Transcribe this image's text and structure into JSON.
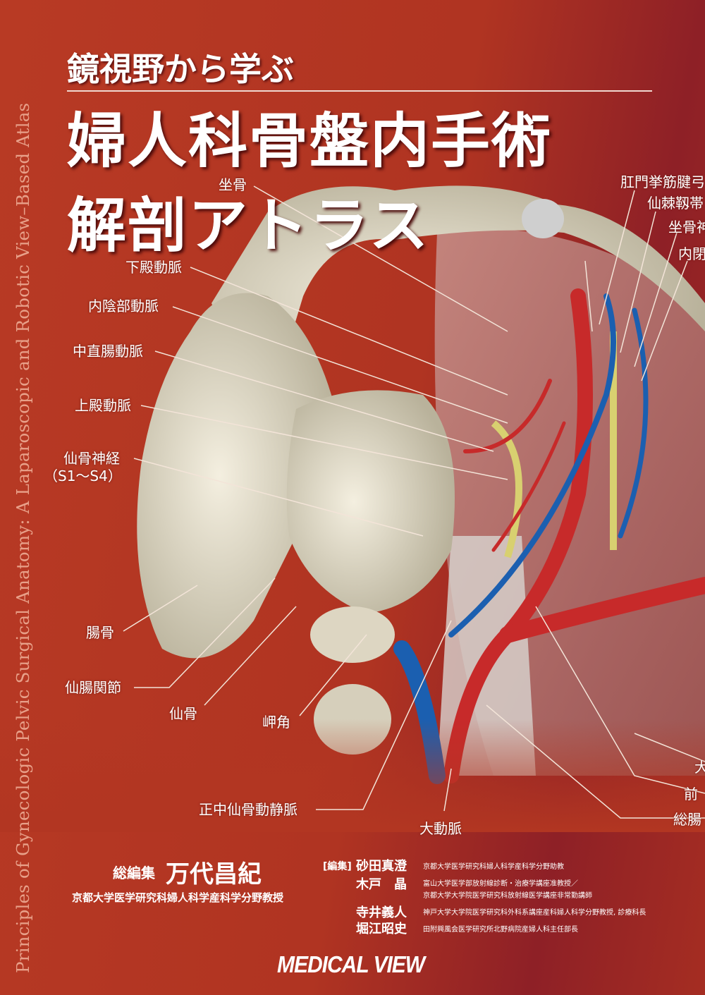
{
  "spine_text": "Principles of Gynecologic Pelvic Surgical Anatomy: A Laparoscopic and Robotic View–Based Atlas",
  "subtitle": "鏡視野から学ぶ",
  "title_line1": "婦人科骨盤内手術",
  "title_line2": "解剖アトラス",
  "labels_left": {
    "ischium": "坐骨",
    "inferior_gluteal_artery": "下殿動脈",
    "internal_pudendal_artery": "内陰部動脈",
    "middle_rectal_artery": "中直腸動脈",
    "superior_gluteal_artery": "上殿動脈",
    "sacral_nerves": "仙骨神経",
    "sacral_nerves_range": "（S1～S4）",
    "ilium": "腸骨",
    "sacroiliac_joint": "仙腸関節",
    "sacrum": "仙骨",
    "promontory": "岬角",
    "median_sacral_vessels": "正中仙骨動静脈",
    "aorta": "大動脈"
  },
  "labels_right": [
    "肛門挙筋腱弓",
    "仙棘靱帯",
    "坐骨神",
    "内閉",
    "大",
    "前",
    "総腸"
  ],
  "credits": {
    "general_editor_role": "総編集",
    "general_editor": "万代昌紀",
    "general_editor_affil": "京都大学医学研究科婦人科学産科学分野教授",
    "editors_role": "[編集]",
    "editors": [
      {
        "name": "砂田真澄",
        "affil": [
          "京都大学医学研究科婦人科学産科学分野助教"
        ]
      },
      {
        "name": "木戸　晶",
        "affil": [
          "富山大学医学部放射線診断・治療学講座准教授／",
          "京都大学大学院医学研究科放射線医学講座非常勤講師"
        ]
      },
      {
        "name": "寺井義人",
        "affil": [
          "神戸大学大学院医学研究科外科系講座産科婦人科学分野教授, 診療科長"
        ]
      },
      {
        "name": "堀江昭史",
        "affil": [
          "田附興風会医学研究所北野病院産婦人科主任部長"
        ]
      }
    ]
  },
  "publisher": "MEDICAL VIEW"
}
